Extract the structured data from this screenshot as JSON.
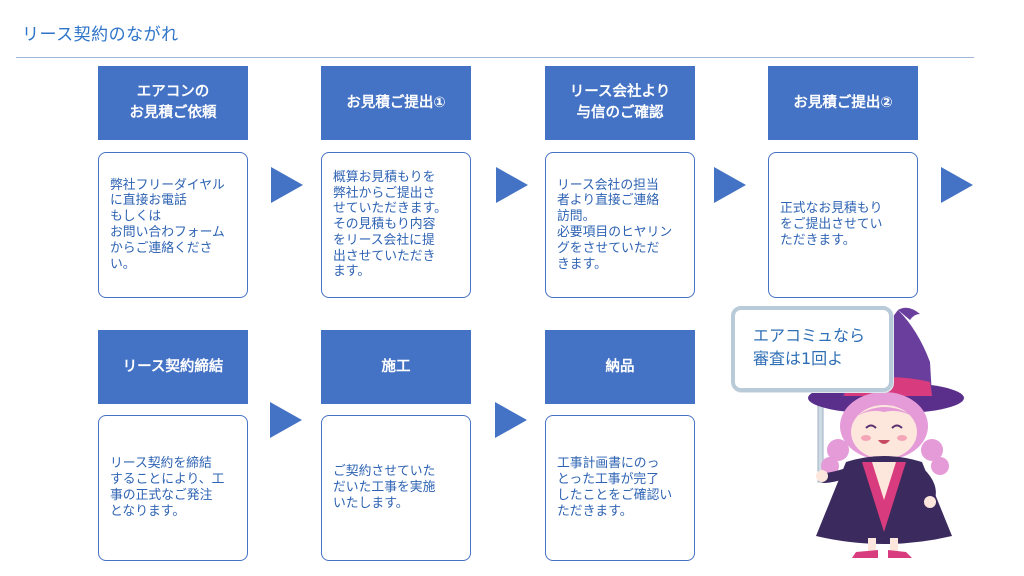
{
  "page": {
    "title": "リース契約のながれ"
  },
  "steps": [
    {
      "header": "エアコンの\nお見積ご依頼",
      "description": "弊社フリーダイヤル\nに直接お電話\nもしくは\nお問い合わフォーム\nからご連絡くださ\nい。"
    },
    {
      "header": "お見積ご提出①",
      "description": "概算お見積もりを\n弊社からご提出さ\nせていただきます。\nその見積もり内容\nをリース会社に提\n出させていただき\nます。"
    },
    {
      "header": "リース会社より\n与信のご確認",
      "description": "リース会社の担当\n者より直接ご連絡\n訪問。\n必要項目のヒヤリン\nグをさせていただ\nきます。"
    },
    {
      "header": "お見積ご提出②",
      "description": "正式なお見積もり\nをご提出させてい\nただきます。"
    },
    {
      "header": "リース契約締結",
      "description": "リース契約を締結\nすることにより、工\n事の正式なご発注\nとなります。"
    },
    {
      "header": "施工",
      "description": "ご契約させていた\nだいた工事を実施\nいたします。"
    },
    {
      "header": "納品",
      "description": "工事計画書にのっ\nとった工事が完了\nしたことをご確認い\nただきます。"
    }
  ],
  "mascot": {
    "sign_text": "エアコミュなら\n審査は1回よ",
    "icon": "witch-mascot-icon",
    "colors": {
      "hat": "#6a3e9c",
      "hair": "#e49bd8",
      "robe": "#3b2a5e",
      "accent": "#d83b7e"
    }
  },
  "colors": {
    "accent": "#4472c4",
    "text": "#2e63b3",
    "title": "#2e74c9"
  }
}
